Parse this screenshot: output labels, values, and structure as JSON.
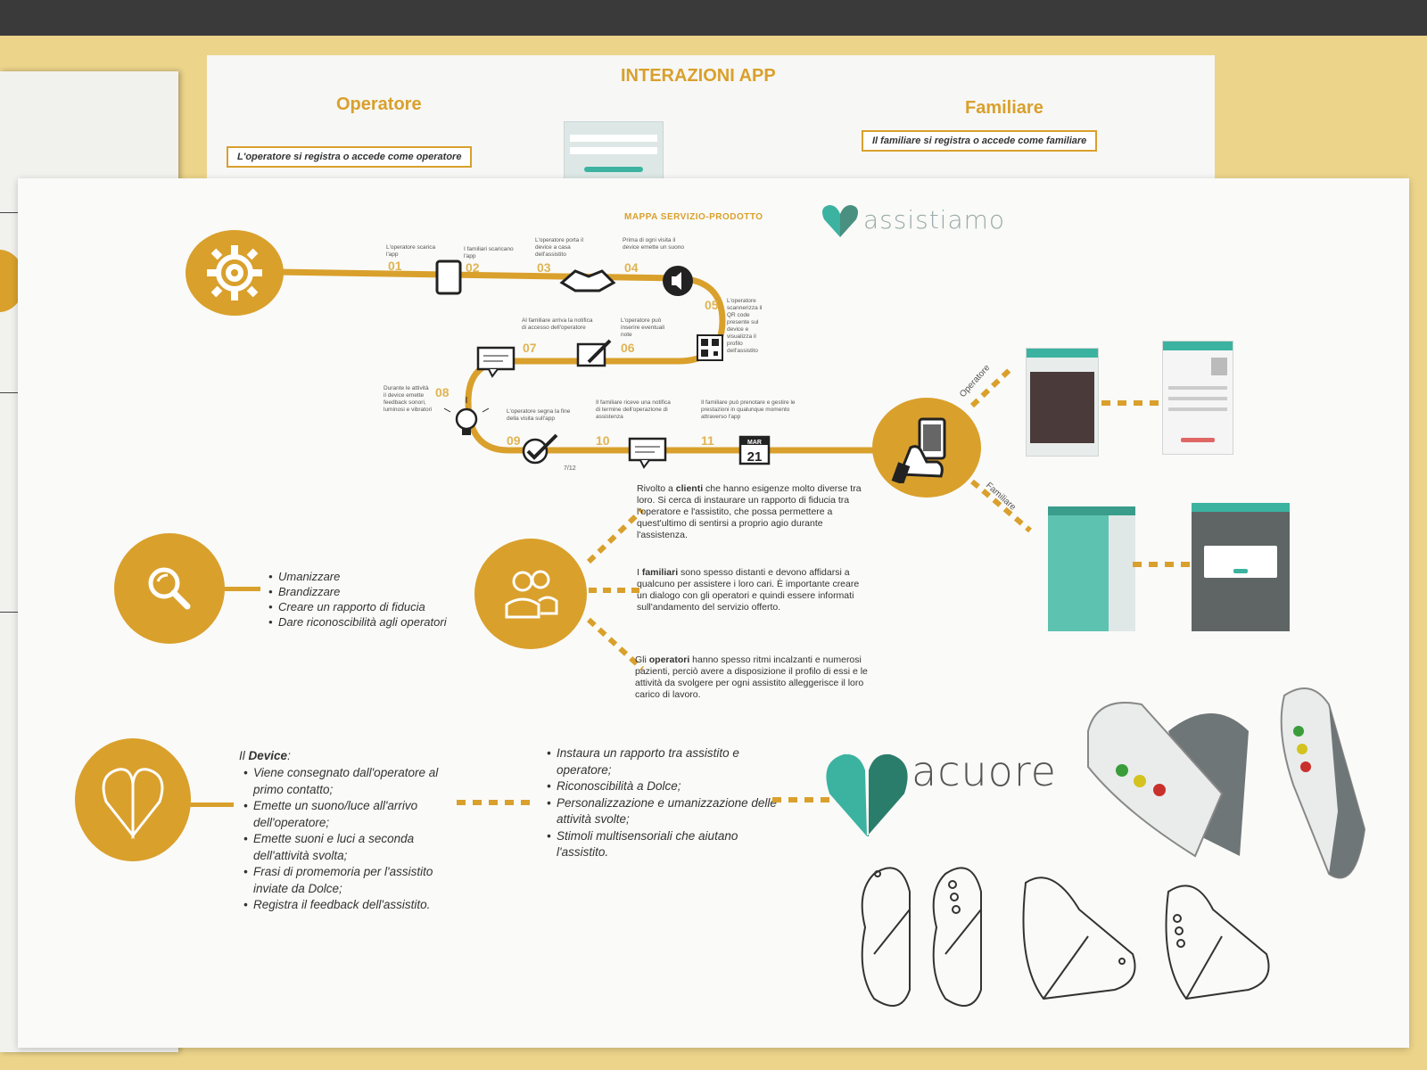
{
  "back_sheet": {
    "title": "INTERAZIONI APP",
    "operatore": "Operatore",
    "familiare": "Familiare",
    "box_operatore": "L'operatore si registra o accede come operatore",
    "box_familiare": "Il familiare si registra o accede come familiare"
  },
  "map": {
    "title": "MAPPA SERVIZIO-PRODOTTO",
    "logo_text": "assistiamo"
  },
  "steps": [
    {
      "num": "01",
      "text": "L'operatore scarica l'app"
    },
    {
      "num": "02",
      "text": "I familiari scaricano l'app"
    },
    {
      "num": "03",
      "text": "L'operatore porta il device a casa dell'assistito"
    },
    {
      "num": "04",
      "text": "Prima di ogni visita il device emette un suono"
    },
    {
      "num": "05",
      "text": "L'operatore scannerizza il QR code presente sul device e visualizza il profilo dell'assistito"
    },
    {
      "num": "06",
      "text": "L'operatore può inserire eventuali note"
    },
    {
      "num": "07",
      "text": "Al familiare arriva la notifica di accesso dell'operatore"
    },
    {
      "num": "08",
      "text": "Durante le attività il device emette feedback sonori, luminosi e vibratori"
    },
    {
      "num": "09",
      "text": "L'operatore segna la fine della visita sull'app"
    },
    {
      "num": "10",
      "text": "Il familiare riceve una notifica di termine dell'operazione di assistenza"
    },
    {
      "num": "11",
      "text": "Il familiare può prenotare e gestire le prestazioni in qualunque momento attraverso l'app"
    }
  ],
  "calendar": {
    "month": "MAR",
    "day": "21"
  },
  "branch_labels": {
    "operatore": "Operatore",
    "familiare": "Familiare"
  },
  "page_number": "7/12",
  "goals": [
    "Umanizzare",
    "Brandizzare",
    "Creare un rapporto di fiducia",
    "Dare riconoscibilità agli operatori"
  ],
  "users": [
    {
      "pre": "Rivolto a ",
      "bold": "clienti",
      "post": " che hanno esigenze molto diverse tra loro. Si cerca di instaurare un rapporto di fiducia tra l'operatore e l'assistito, che possa permettere a quest'ultimo di sentirsi a proprio agio durante l'assistenza."
    },
    {
      "pre": "I ",
      "bold": "familiari",
      "post": " sono spesso distanti e devono affidarsi a qualcuno per assistere i loro cari. È importante creare un dialogo con gli operatori e quindi essere informati sull'andamento del servizio offerto."
    },
    {
      "pre": "Gli ",
      "bold": "operatori",
      "post": " hanno spesso ritmi incalzanti e numerosi pazienti, perciò avere a disposizione il profilo di essi e le attività da svolgere per ogni assistito alleggerisce il loro carico di lavoro."
    }
  ],
  "device": {
    "heading_pre": "Il ",
    "heading_bold": "Device",
    "heading_post": ":",
    "items": [
      "Viene consegnato dall'operatore al primo contatto;",
      "Emette un suono/luce all'arrivo dell'operatore;",
      "Emette suoni e luci a seconda dell'attività svolta;",
      "Frasi di promemoria per l'assistito inviate da Dolce;",
      "Registra il feedback dell'assistito."
    ]
  },
  "benefits": [
    "Instaura un rapporto tra assistito e operatore;",
    "Riconoscibilità a Dolce;",
    "Personalizzazione e umanizzazione delle attività svolte;",
    "Stimoli multisensoriali che aiutano l'assistito."
  ],
  "product_logo": "acuore",
  "colors": {
    "gold": "#d9a02c",
    "teal": "#3bb3a0",
    "dark_teal": "#2a7d6b"
  }
}
